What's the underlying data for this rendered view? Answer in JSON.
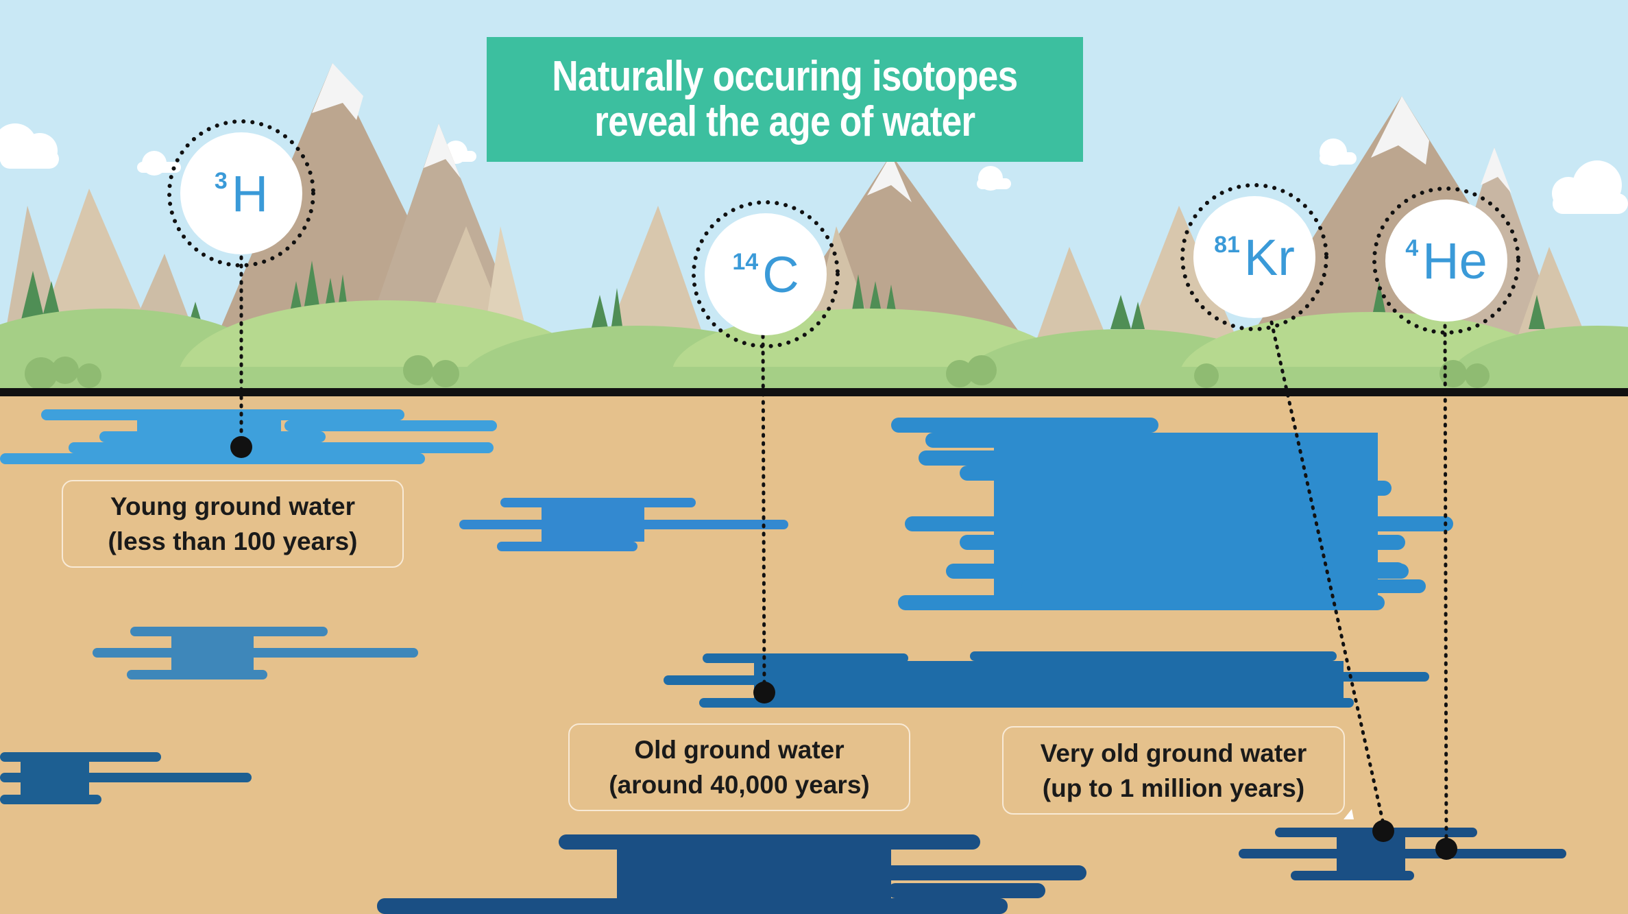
{
  "title": {
    "line1": "Naturally occuring isotopes",
    "line2": "reveal the age of water"
  },
  "isotopes": [
    {
      "mass": "3",
      "symbol": "H"
    },
    {
      "mass": "14",
      "symbol": "C"
    },
    {
      "mass": "81",
      "symbol": "Kr"
    },
    {
      "mass": "4",
      "symbol": "He"
    }
  ],
  "labels": {
    "young": {
      "line1": "Young ground water",
      "line2": "(less than 100 years)"
    },
    "old": {
      "line1": "Old ground water",
      "line2": "(around 40,000 years)"
    },
    "very_old": {
      "line1": "Very old ground water",
      "line2": "(up to 1 million years)"
    }
  },
  "colors": {
    "sky": "#c9e8f5",
    "soil": "#e5c18c",
    "title_box": "#3cbf9f",
    "isotope_text": "#3a9ad8",
    "water_shallow": "#3ea0dc",
    "water_mid": "#2d8cce",
    "water_deep": "#1e6ca8",
    "water_deepest": "#1a4f84",
    "ground_line": "#111111"
  }
}
